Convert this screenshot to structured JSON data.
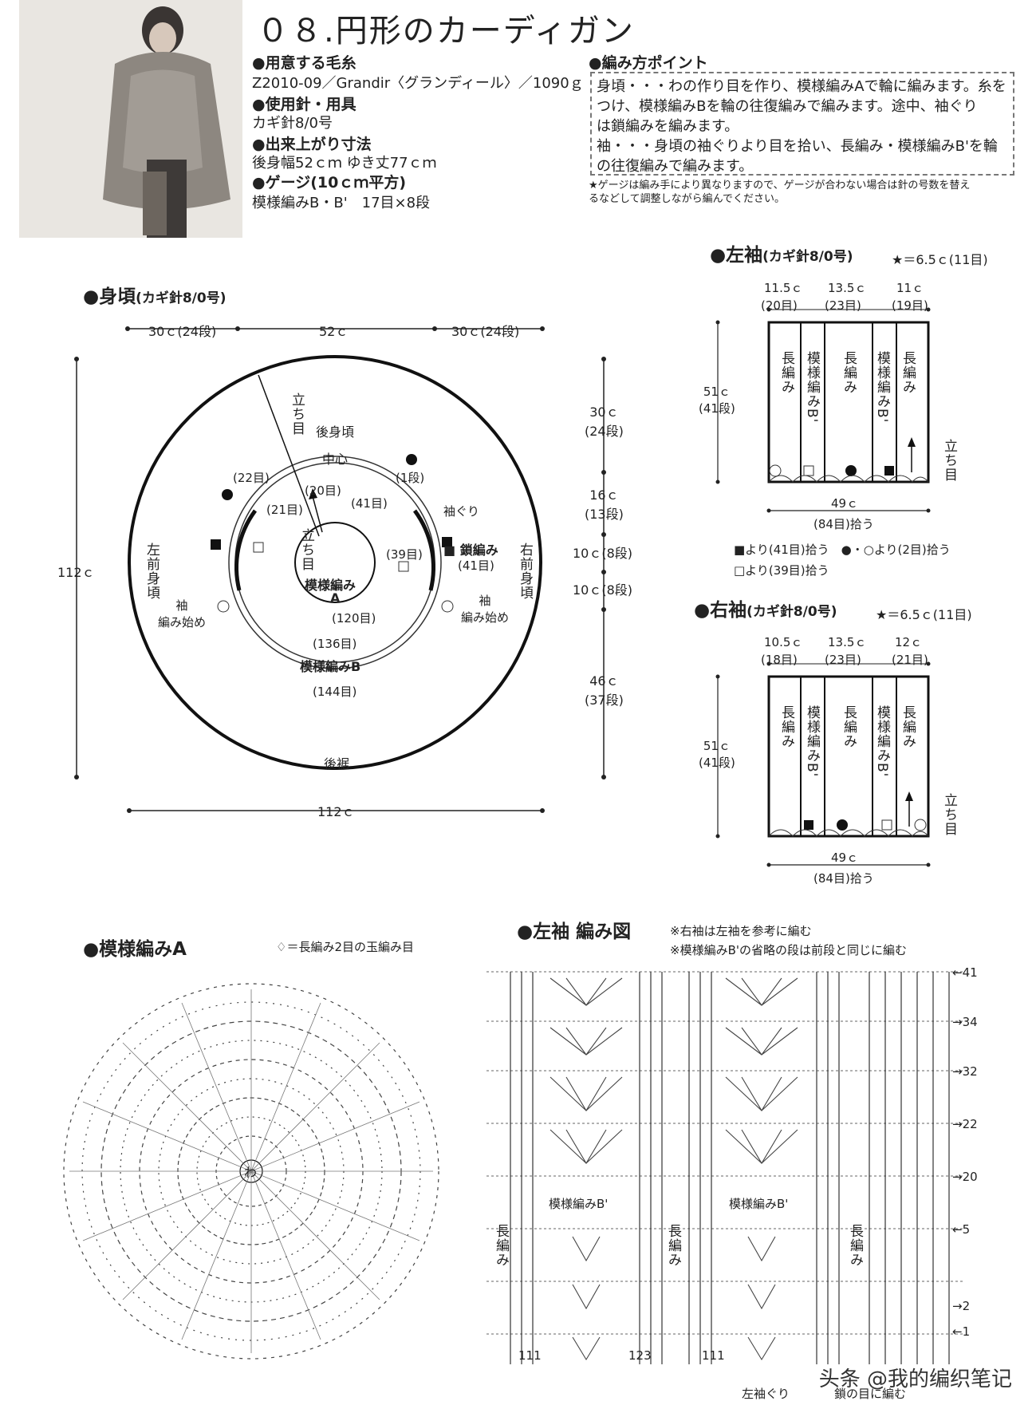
{
  "title": "０８.円形のカーディガン",
  "materials": {
    "yarn_heading": "●用意する毛糸",
    "yarn_value": "Z2010-09／Grandir〈グランディール〉／1090ｇ",
    "needle_heading": "●使用針・用具",
    "needle_value": "カギ針8/0号",
    "size_heading": "●出来上がり寸法",
    "size_value": "後身幅52ｃｍ ゆき丈77ｃｍ",
    "gauge_heading": "●ゲージ(10ｃｍ平方)",
    "gauge_value": "模様編みB・B'　17目×8段"
  },
  "tips": {
    "heading": "●編み方ポイント",
    "lines": [
      "身頃・・・わの作り目を作り、模様編みAで輪に編みます。糸を",
      "つけ、模様編みBを輪の往復編みで編みます。途中、袖ぐり",
      "は鎖編みを編みます。",
      "袖・・・身頃の袖ぐりより目を拾い、長編み・模様編みB'を輪",
      "の往復編みで編みます。"
    ],
    "note_lines": [
      "★ゲージは編み手により異なりますので、ゲージが合わない場合は針の号数を替え",
      "るなどして調整しながら編んでください。"
    ]
  },
  "body": {
    "heading": "●身頃",
    "heading_sub": "(カギ針8/0号)",
    "top_dims": [
      "30ｃ(24段)",
      "52ｃ",
      "30ｃ(24段)"
    ],
    "left_dim": "112ｃ",
    "bottom_dim": "112ｃ",
    "right_dims": [
      "30ｃ\n(24段)",
      "16ｃ\n(13段)",
      "10ｃ(8段)",
      "10ｃ(8段)",
      "46ｃ\n(37段)"
    ],
    "labels": {
      "start": "立ち目",
      "back_body": "後身頃",
      "center": "中心",
      "st22": "(22目)",
      "st20": "(20目)",
      "st1r": "(1段)",
      "st21": "(21目)",
      "st41": "(41目)",
      "armhole": "袖ぐり",
      "chain": "■ 鎖編み",
      "chain41": "(41目)",
      "st39": "(39目)",
      "left_front": "左前身頃",
      "right_front": "右前身頃",
      "pattern_a": "模様編み",
      "pattern_a_letter": "A",
      "st120": "(120目)",
      "st136": "(136目)",
      "pattern_b": "模様編みB",
      "st144": "(144目)",
      "sleeve_start_l": "袖\n編み始め",
      "sleeve_start_r": "袖\n編み始め",
      "hem": "後裾",
      "start2": "立ち目"
    }
  },
  "left_sleeve": {
    "heading": "●左袖",
    "heading_sub": "(カギ針8/0号)",
    "star": "★＝6.5ｃ(11目)",
    "top_dims": [
      "11.5ｃ",
      "13.5ｃ",
      "11ｃ"
    ],
    "top_sts": [
      "(20目)",
      "(23目)",
      "(19目)"
    ],
    "height": "51ｃ\n(41段)",
    "columns": [
      "長編み",
      "模様編みB'",
      "長編み",
      "模様編みB'",
      "長編み"
    ],
    "width": "49ｃ",
    "pickup": "(84目)拾う",
    "start": "立ち目",
    "legend": [
      "■より(41目)拾う　●・○より(2目)拾う",
      "□より(39目)拾う"
    ]
  },
  "right_sleeve": {
    "heading": "●右袖",
    "heading_sub": "(カギ針8/0号)",
    "star": "★＝6.5ｃ(11目)",
    "top_dims": [
      "10.5ｃ",
      "13.5ｃ",
      "12ｃ"
    ],
    "top_sts": [
      "(18目)",
      "(23目)",
      "(21目)"
    ],
    "height": "51ｃ\n(41段)",
    "columns": [
      "長編み",
      "模様編みB'",
      "長編み",
      "模様編みB'",
      "長編み"
    ],
    "width": "49ｃ",
    "pickup": "(84目)拾う",
    "start": "立ち目"
  },
  "pattern_a": {
    "heading": "●模様編みA",
    "legend": "＝長編み2目の玉編み目",
    "center": "わ"
  },
  "sleeve_chart": {
    "heading": "●左袖 編み図",
    "notes": [
      "※右袖は左袖を参考に編む",
      "※模様編みB'の省略の段は前段と同じに編む"
    ],
    "row_markers": [
      "←41",
      "→34",
      "→32",
      "→22",
      "→20",
      "←5",
      "→2",
      "←1"
    ],
    "pattern_label": "模様編みB'",
    "dc_label": "長編み",
    "bottom_nums": [
      "111",
      "123",
      "111"
    ],
    "bottom_notes": [
      "左袖ぐり",
      "鎖の目に編む"
    ]
  },
  "watermark": "头条 @我的编织笔记"
}
